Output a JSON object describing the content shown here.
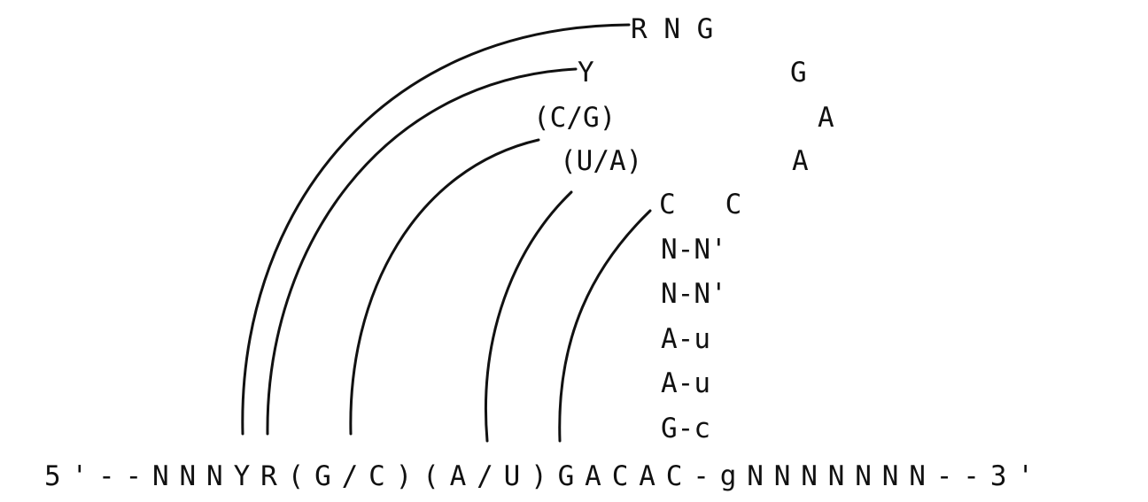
{
  "diagram": {
    "loop_top": "R N G",
    "loop_y": "Y",
    "loop_g": "G",
    "loop_cg": "(C/G)",
    "loop_a1": "A",
    "loop_ua": "(U/A)",
    "loop_a2": "A",
    "stem_cc": "C   C",
    "stem_row1": "N-N'",
    "stem_row2": "N-N'",
    "stem_row3": "A-u",
    "stem_row4": "A-u",
    "stem_row5": "G-c",
    "strand": "5'--NNNYR(G/C)(A/U)GACAC-gNNNNNNN--3'"
  }
}
